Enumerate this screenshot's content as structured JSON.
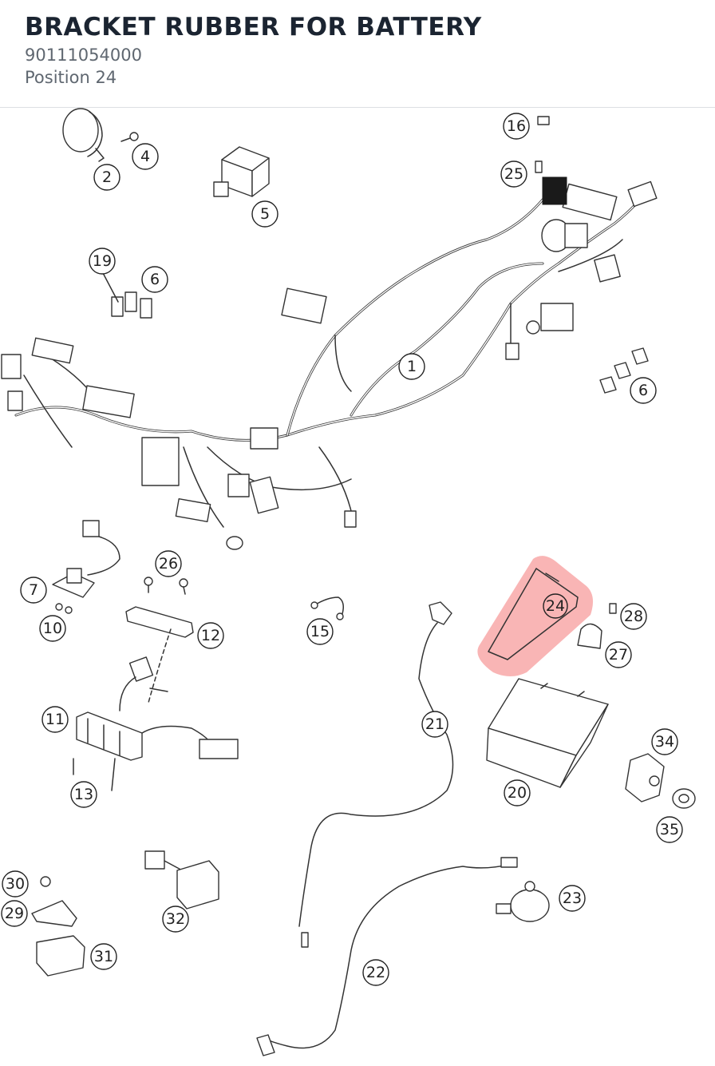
{
  "header": {
    "title": "BRACKET RUBBER FOR BATTERY",
    "part_number": "90111054000",
    "position": "Position 24"
  },
  "highlight": {
    "position": "24",
    "color": "#f36b6b"
  },
  "callouts": [
    "1",
    "2",
    "4",
    "5",
    "6",
    "6",
    "7",
    "10",
    "11",
    "12",
    "13",
    "15",
    "16",
    "19",
    "20",
    "21",
    "22",
    "23",
    "24",
    "25",
    "26",
    "27",
    "28",
    "29",
    "30",
    "31",
    "32",
    "34",
    "35"
  ]
}
